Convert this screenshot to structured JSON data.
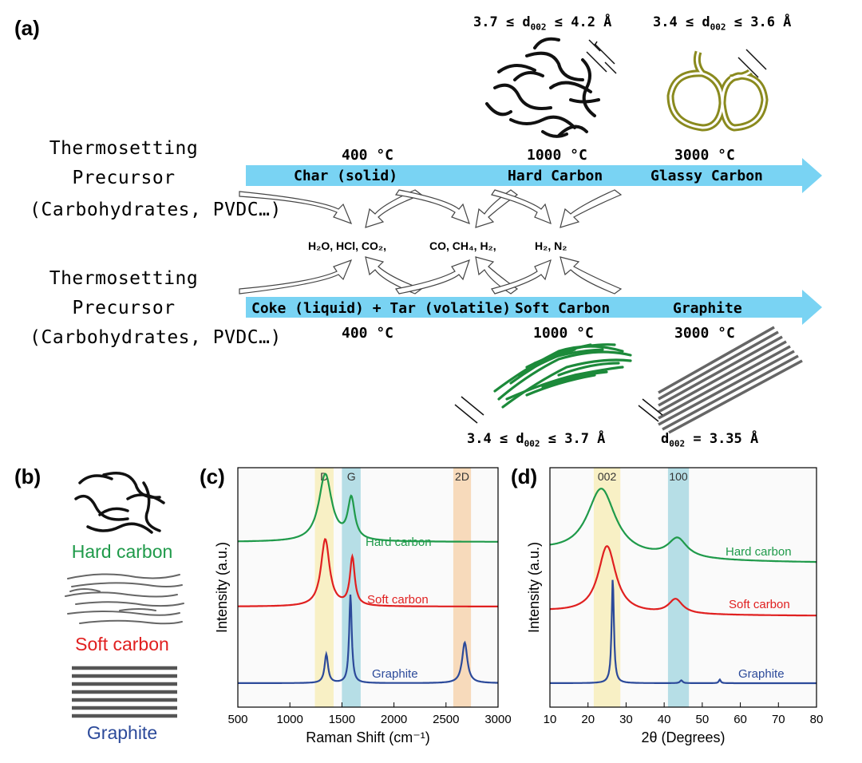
{
  "panels": {
    "a": "(a)",
    "b": "(b)",
    "c": "(c)",
    "d": "(d)"
  },
  "precursor": {
    "line1": "Thermosetting",
    "line2": "Precursor",
    "line3": "(Carbohydrates, PVDC…)"
  },
  "top_row": {
    "temps": [
      "400 °C",
      "1000 °C",
      "3000 °C"
    ],
    "stages": [
      "Char (solid)",
      "Hard Carbon",
      "Glassy Carbon"
    ],
    "spacing": [
      "3.7 ≤ d",
      "002",
      " ≤ 4.2 Å",
      "3.4 ≤ d",
      "002",
      " ≤ 3.6 Å"
    ]
  },
  "gases": {
    "g1": "H₂O, HCl, CO₂,",
    "g2": "CO, CH₄, H₂,",
    "g3": "H₂, N₂"
  },
  "bottom_row": {
    "temps": [
      "400 °C",
      "1000 °C",
      "3000 °C"
    ],
    "stages": [
      "Coke (liquid) + Tar (volatile)",
      "Soft Carbon",
      "Graphite"
    ],
    "spacing_soft": [
      "3.4 ≤ d",
      "002",
      " ≤ 3.7 Å"
    ],
    "spacing_graphite": [
      "d",
      "002",
      " = 3.35 Å"
    ]
  },
  "structures": {
    "hard": "Hard carbon",
    "soft": "Soft carbon",
    "graphite": "Graphite"
  },
  "colors": {
    "arrow": "#79d3f3",
    "hard": "#1f9a4a",
    "soft": "#e02020",
    "graphite": "#2c4a9a",
    "band_yellow": "#f7ecb3",
    "band_blue": "#9fd4df",
    "band_orange": "#f6cfa6",
    "glassy": "#8a8a1e"
  },
  "chart_data": [
    {
      "type": "line",
      "title": "",
      "xlabel": "Raman Shift (cm⁻¹)",
      "ylabel": "Intensity (a.u.)",
      "xlim": [
        500,
        3000
      ],
      "xticks": [
        "500",
        "1000",
        "1500",
        "2000",
        "2500",
        "3000"
      ],
      "bands": [
        {
          "name": "D",
          "from": 1240,
          "to": 1420
        },
        {
          "name": "G",
          "from": 1500,
          "to": 1680
        },
        {
          "name": "2D",
          "from": 2570,
          "to": 2740
        }
      ],
      "series": [
        {
          "name": "Hard carbon",
          "offset": 0.69,
          "base": 0.0,
          "peaks": [
            [
              1340,
              0.28,
              75
            ],
            [
              1590,
              0.17,
              40
            ]
          ]
        },
        {
          "name": "Soft carbon",
          "offset": 0.42,
          "base": 0.0,
          "peaks": [
            [
              1340,
              0.28,
              50
            ],
            [
              1600,
              0.2,
              28
            ]
          ]
        },
        {
          "name": "Graphite",
          "offset": 0.1,
          "base": 0.0,
          "peaks": [
            [
              1350,
              0.12,
              20
            ],
            [
              1582,
              0.37,
              15
            ],
            [
              2680,
              0.17,
              30
            ]
          ]
        }
      ]
    },
    {
      "type": "line",
      "title": "",
      "xlabel": "2θ (Degrees)",
      "ylabel": "Intensity (a.u.)",
      "xlim": [
        10,
        80
      ],
      "xticks": [
        "10",
        "20",
        "30",
        "40",
        "50",
        "60",
        "70",
        "80"
      ],
      "bands": [
        {
          "name": "002",
          "from": 21.5,
          "to": 28.5
        },
        {
          "name": "100",
          "from": 41,
          "to": 46.5
        }
      ],
      "series": [
        {
          "name": "Hard carbon",
          "offset": 0.6,
          "base": 0.05,
          "peaks": [
            [
              23.5,
              0.28,
              4.5
            ],
            [
              43.5,
              0.08,
              3
            ]
          ]
        },
        {
          "name": "Soft carbon",
          "offset": 0.38,
          "base": 0.02,
          "peaks": [
            [
              25,
              0.28,
              2.8
            ],
            [
              43,
              0.06,
              2.2
            ]
          ]
        },
        {
          "name": "Graphite",
          "offset": 0.1,
          "base": 0.0,
          "peaks": [
            [
              26.5,
              0.44,
              0.35
            ],
            [
              44.5,
              0.012,
              0.4
            ],
            [
              54.6,
              0.015,
              0.3
            ]
          ]
        }
      ]
    }
  ]
}
